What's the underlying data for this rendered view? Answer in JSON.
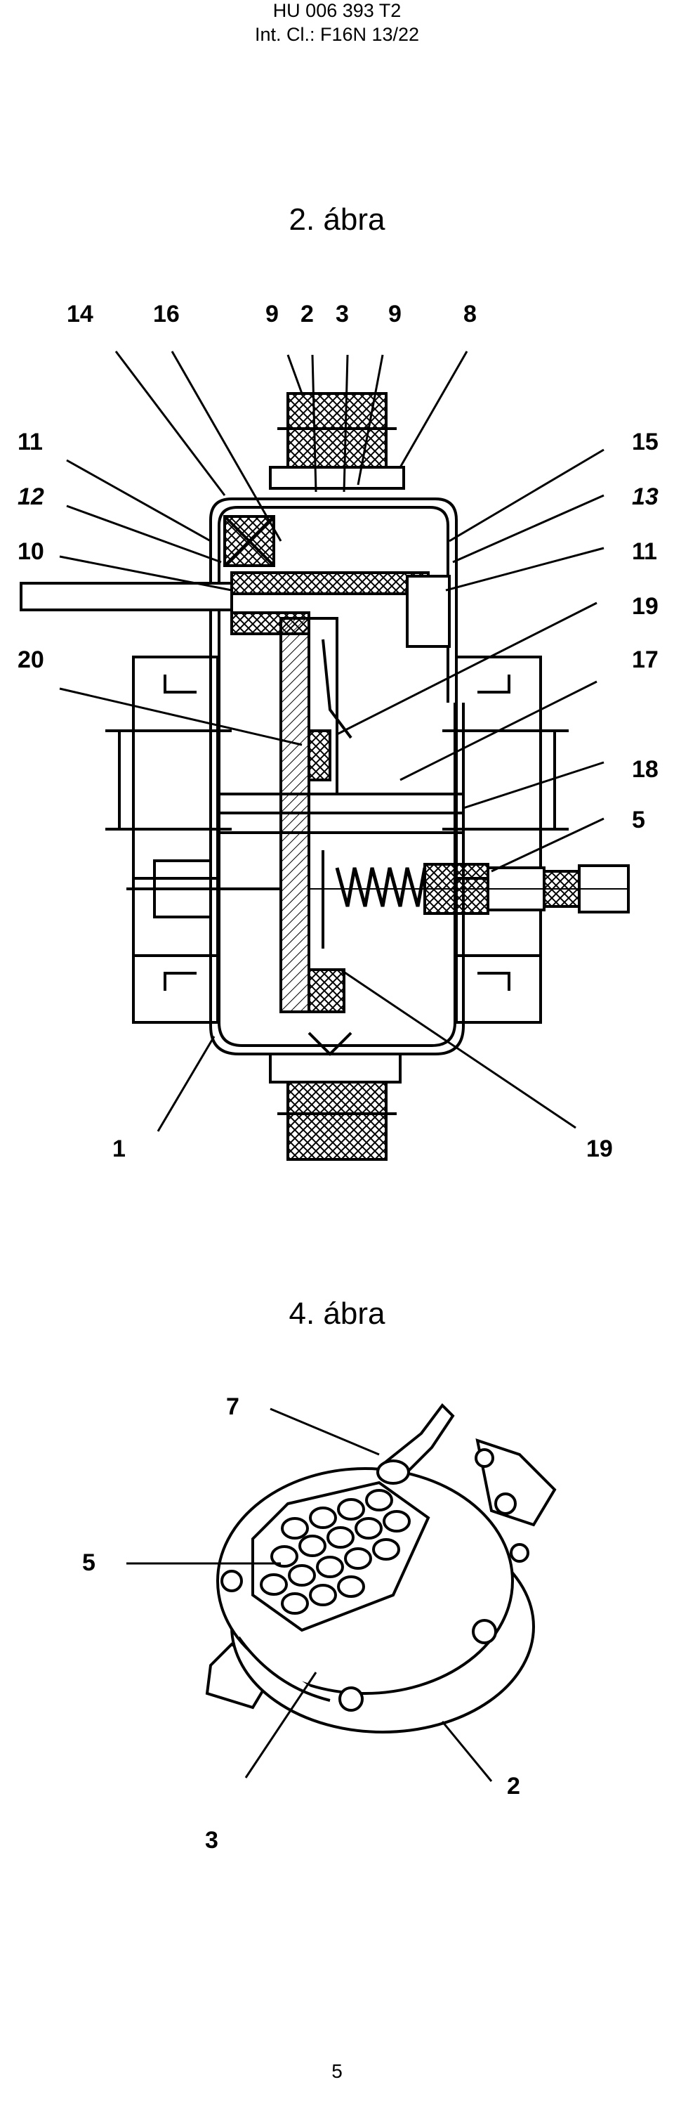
{
  "header": {
    "line1": "HU 006 393 T2",
    "line2": "Int. Cl.: F16N 13/22"
  },
  "figure2": {
    "title": "2. ábra",
    "labels": {
      "l14": "14",
      "l16": "16",
      "l9a": "9",
      "l2": "2",
      "l3": "3",
      "l9b": "9",
      "l8": "8",
      "l11a": "11",
      "l12": "12",
      "l10": "10",
      "l20": "20",
      "l15": "15",
      "l13": "13",
      "l11b": "11",
      "l19a": "19",
      "l17": "17",
      "l18": "18",
      "l5": "5",
      "l1": "1",
      "l19b": "19"
    }
  },
  "figure4": {
    "title": "4. ábra",
    "labels": {
      "l7": "7",
      "l5": "5",
      "l2": "2",
      "l3": "3"
    }
  },
  "page_number": "5"
}
